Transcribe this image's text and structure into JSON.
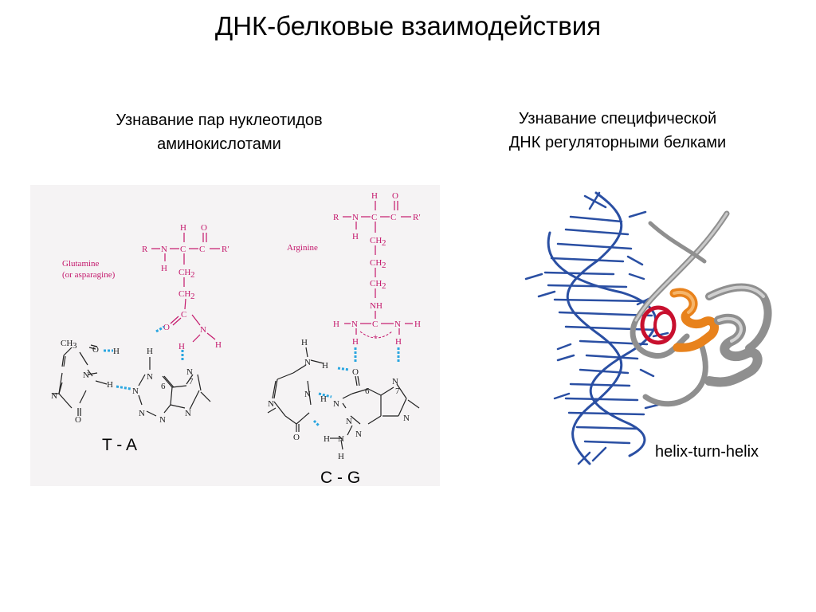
{
  "title": "ДНК-белковые взаимодействия",
  "left": {
    "heading_lines": [
      "Узнавание пар нуклеотидов",
      "аминокислотами"
    ],
    "ta": {
      "amino_label": [
        "Glutamine",
        "(or asparagine)"
      ],
      "pair_label": "T - A"
    },
    "cg": {
      "amino_label": "Arginine",
      "pair_label": "C - G"
    }
  },
  "right": {
    "heading_lines": [
      "Узнавание специфической",
      "ДНК регуляторными белками"
    ],
    "motif_label": "helix-turn-helix"
  },
  "colors": {
    "magenta": "#c4186c",
    "hbond": "#2aa6e0",
    "dna": "#2a4fa3",
    "helix_orange": "#e8821c",
    "helix_red": "#c8102e",
    "coil_gray": "#8f8f8f"
  }
}
